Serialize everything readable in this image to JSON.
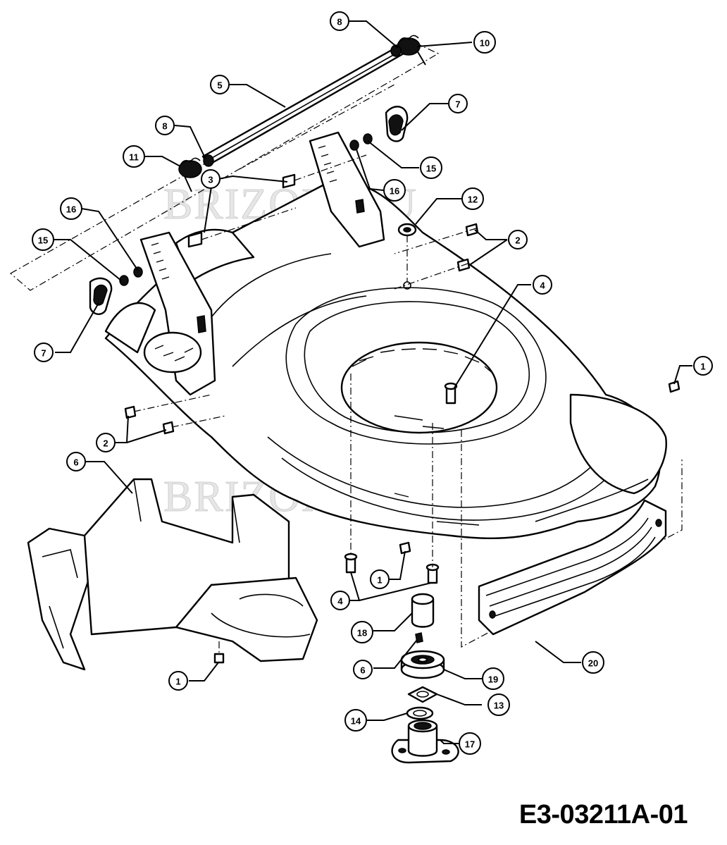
{
  "diagram": {
    "code": "E3-03211A-01",
    "watermark": "BRIZOM.RU",
    "callouts": [
      {
        "id": "c8-top",
        "label": "8"
      },
      {
        "id": "c10",
        "label": "10"
      },
      {
        "id": "c5",
        "label": "5"
      },
      {
        "id": "c7-right",
        "label": "7"
      },
      {
        "id": "c8-mid",
        "label": "8"
      },
      {
        "id": "c11",
        "label": "11"
      },
      {
        "id": "c3",
        "label": "3"
      },
      {
        "id": "c15-right",
        "label": "15"
      },
      {
        "id": "c16-right",
        "label": "16"
      },
      {
        "id": "c12",
        "label": "12"
      },
      {
        "id": "c16-left",
        "label": "16"
      },
      {
        "id": "c15-left",
        "label": "15"
      },
      {
        "id": "c2-right",
        "label": "2"
      },
      {
        "id": "c4-right",
        "label": "4"
      },
      {
        "id": "c7-left",
        "label": "7"
      },
      {
        "id": "c1-right",
        "label": "1"
      },
      {
        "id": "c2-left",
        "label": "2"
      },
      {
        "id": "c6-chute",
        "label": "6"
      },
      {
        "id": "c1-mid",
        "label": "1"
      },
      {
        "id": "c4-bottom",
        "label": "4"
      },
      {
        "id": "c18",
        "label": "18"
      },
      {
        "id": "c20",
        "label": "20"
      },
      {
        "id": "c6-key",
        "label": "6"
      },
      {
        "id": "c19",
        "label": "19"
      },
      {
        "id": "c13",
        "label": "13"
      },
      {
        "id": "c14",
        "label": "14"
      },
      {
        "id": "c17",
        "label": "17"
      },
      {
        "id": "c1-left",
        "label": "1"
      }
    ]
  }
}
